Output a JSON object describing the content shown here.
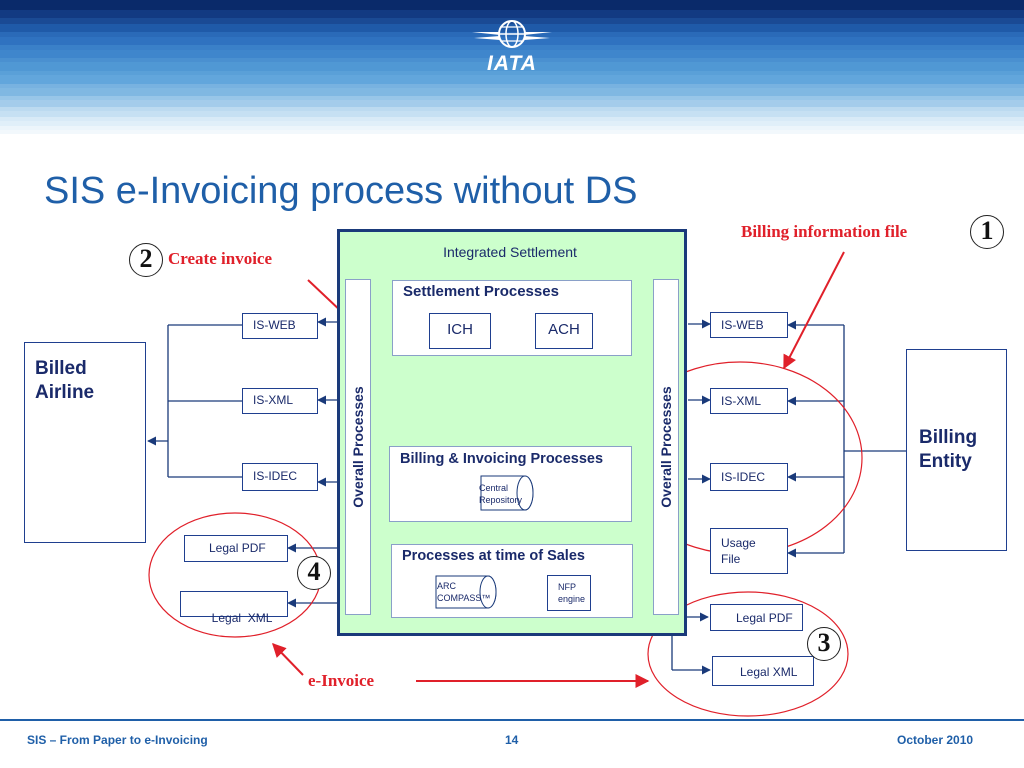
{
  "header": {
    "logo_text": "IATA"
  },
  "title": "SIS e-Invoicing process without DS",
  "panel": {
    "title": "Integrated Settlement",
    "settlement_title": "Settlement Processes",
    "ich": "ICH",
    "ach": "ACH",
    "billing_title": "Billing & Invoicing Processes",
    "central_repository_line1": "Central",
    "central_repository_line2": "Repository",
    "sales_title": "Processes at time of Sales",
    "arc_line1": "ARC",
    "arc_line2": "COMPASS™",
    "nfp_line1": "NFP",
    "nfp_line2": "engine",
    "overall_left": "Overall Processes",
    "overall_right": "Overall Processes"
  },
  "left": {
    "entity_line1": "Billed",
    "entity_line2": "Airline",
    "is_web": "IS-WEB",
    "is_xml": "IS-XML",
    "is_idec": "IS-IDEC",
    "legal_pdf": "Legal PDF",
    "legal_xml": "Legal  XML"
  },
  "right": {
    "entity_line1": "Billing",
    "entity_line2": "Entity",
    "is_web": "IS-WEB",
    "is_xml": "IS-XML",
    "is_idec": "IS-IDEC",
    "usage_line1": "Usage",
    "usage_line2": "File",
    "legal_pdf": "Legal PDF",
    "legal_xml": "Legal XML"
  },
  "annotations": {
    "num1": "1",
    "num2": "2",
    "num3": "3",
    "num4": "4",
    "billing_info_file": "Billing information file",
    "create_invoice": "Create invoice",
    "e_invoice": "e-Invoice"
  },
  "footer": {
    "left": "SIS – From Paper to e-Invoicing",
    "page": "14",
    "date": "October 2010"
  },
  "colors": {
    "dark_blue": "#1a3a7a",
    "accent_blue": "#1f5fa8",
    "panel_green": "#ccffcc",
    "annotation_red": "#e0202a"
  }
}
